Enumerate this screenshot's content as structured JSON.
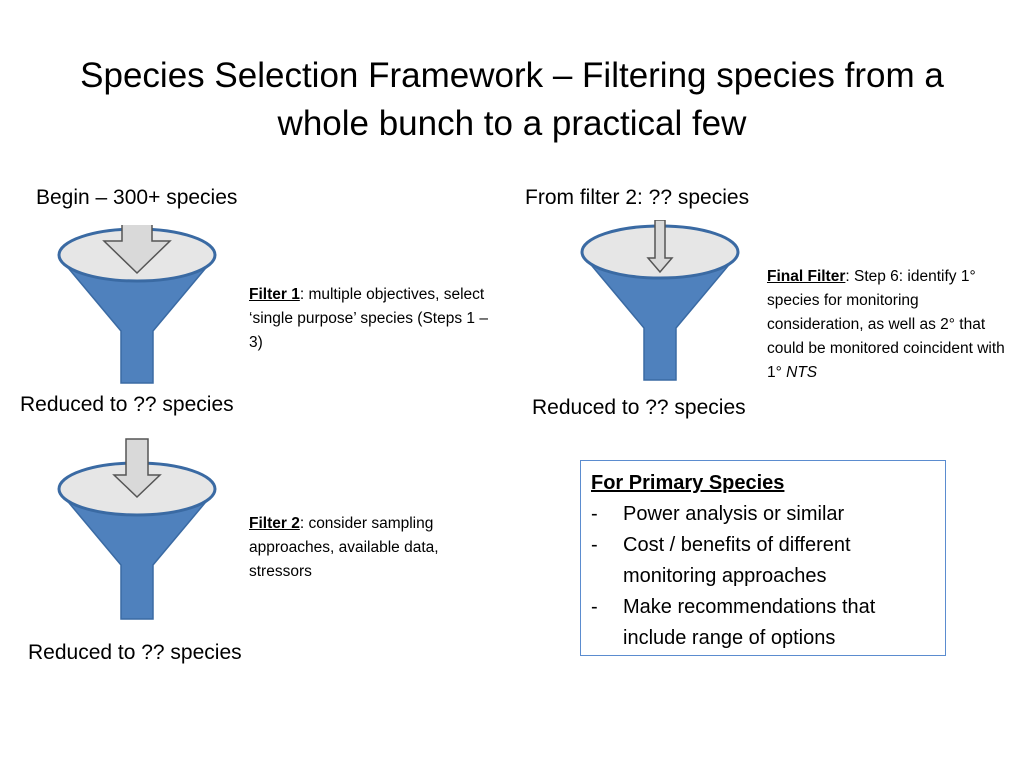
{
  "slide": {
    "title_line1": "Species Selection Framework – Filtering species from a",
    "title_line2": "whole bunch to a practical few"
  },
  "funnels": {
    "f1": {
      "top_label": "Begin – 300+ species",
      "bottom_label": "Reduced to ?? species",
      "filter_name": "Filter 1",
      "filter_text": ":  multiple objectives, select ‘single purpose’ species (Steps 1 – 3)"
    },
    "f2": {
      "bottom_label": "Reduced to ?? species",
      "filter_name": "Filter 2",
      "filter_text": ":  consider sampling approaches,  available data, stressors"
    },
    "f3": {
      "top_label": "From filter 2: ?? species",
      "bottom_label": "Reduced to ?? species",
      "filter_name": "Final Filter",
      "filter_text": ":  Step 6:  identify 1° species for monitoring consideration, as well as 2° that could be monitored coincident with 1° ",
      "filter_text_italic": "NTS"
    }
  },
  "primary_box": {
    "heading": "For Primary Species",
    "bullet": "-",
    "items": [
      "Power analysis or similar",
      "Cost / benefits of different monitoring approaches",
      "Make recommendations that include range of options"
    ]
  },
  "colors": {
    "funnel_fill": "#4f81bd",
    "funnel_stroke": "#3a6aa3",
    "funnel_mouth": "#e6e6e6",
    "arrow_fill": "#d9d9d9",
    "arrow_stroke": "#555555",
    "box_border": "#5b8ccf"
  },
  "icons": [
    "funnel-icon",
    "down-arrow-icon"
  ]
}
